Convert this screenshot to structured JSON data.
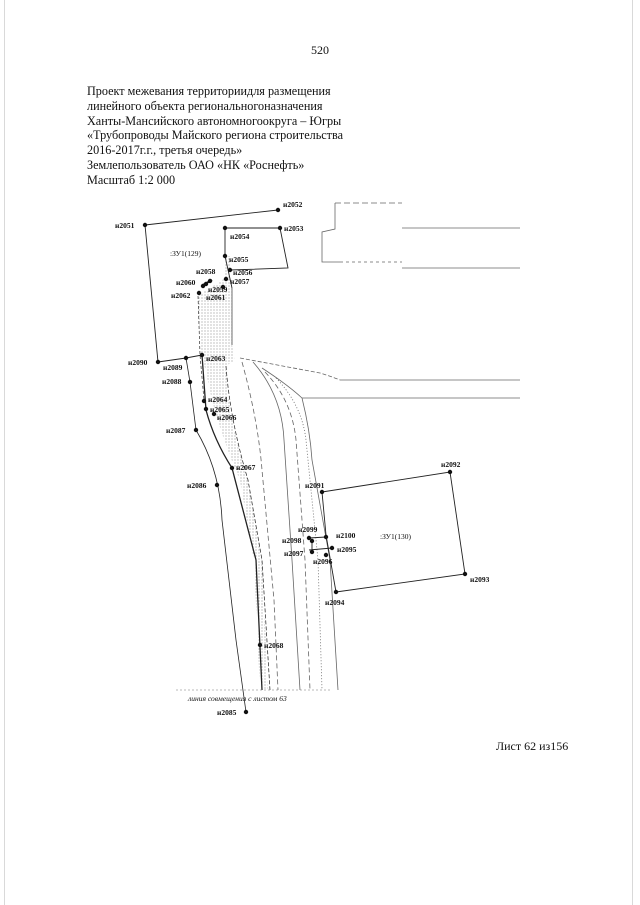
{
  "page_number": "520",
  "title_lines": [
    "Проект межевания территориидля размещения",
    "линейного объекта региональногоназначения",
    "Ханты-Мансийского автономногоокруга – Югры",
    "«Трубопроводы Майского региона строительства",
    "2016-2017г.г., третья очередь»",
    "Землепользователь ОАО «НК «Роснефть»",
    "Масштаб 1:2 000"
  ],
  "zones": [
    ":ЗУ1(129)",
    ":ЗУ1(130)"
  ],
  "points": {
    "n2051": "н2051",
    "n2052": "н2052",
    "n2053": "н2053",
    "n2054": "н2054",
    "n2055": "н2055",
    "n2056": "н2056",
    "n2057": "н2057",
    "n2058": "н2058",
    "n2059": "н2059",
    "n2060": "н2060",
    "n2061": "н2061",
    "n2062": "н2062",
    "n2063": "н2063",
    "n2064": "н2064",
    "n2065": "н2065",
    "n2066": "н2066",
    "n2067": "н2067",
    "n2068": "н2068",
    "n2085": "н2085",
    "n2086": "н2086",
    "n2087": "н2087",
    "n2088": "н2088",
    "n2089": "н2089",
    "n2090": "н2090",
    "n2091": "н2091",
    "n2092": "н2092",
    "n2093": "н2093",
    "n2094": "н2094",
    "n2095": "н2095",
    "n2096": "н2096",
    "n2097": "н2097",
    "n2098": "н2098",
    "n2099": "н2099",
    "n2100": "н2100"
  },
  "junction_caption": "линия совмещения с листом 63",
  "footer": "Лист 62 из156"
}
